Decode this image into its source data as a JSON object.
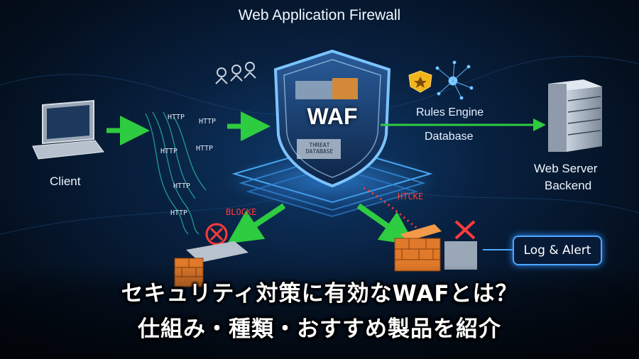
{
  "diagram": {
    "title": "Web Application Firewall",
    "shield_label": "WAF",
    "shield_small_text": "THREAT DATABASE",
    "client_label": "Client",
    "http_labels": [
      "HTTP",
      "HTTP",
      "HTTP",
      "HTTP",
      "HTTP",
      "HTTP"
    ],
    "rules_engine_label": "Rules Engine",
    "database_label": "Database",
    "web_server_label": "Web Server",
    "backend_label": "Backend",
    "blocked_label": "BLOCKE",
    "attack_label": "HTCKE",
    "log_alert_label": "Log & Alert"
  },
  "caption": {
    "line1": "セキュリティ対策に有効なWAFとは？",
    "line2": "仕組み・種類・おすすめ製品を紹介"
  },
  "colors": {
    "accent_blue": "#2f8cff",
    "arrow_green": "#2ecc40",
    "alert_red": "#ff3b3b",
    "firewall_orange": "#e07a2a"
  }
}
